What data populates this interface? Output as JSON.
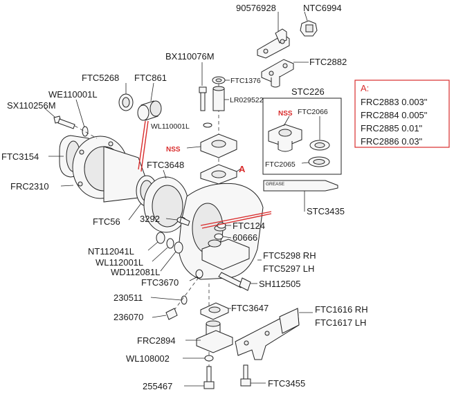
{
  "labels": {
    "p90576928": "90576928",
    "ntc6994": "NTC6994",
    "ftc2882": "FTC2882",
    "bx110076m": "BX110076M",
    "ftc1376": "FTC1376",
    "lr029522": "LR029522",
    "wl110001l_a": "WL110001L",
    "nss_main": "NSS",
    "a_marker": "A",
    "ftc5268": "FTC5268",
    "ftc861": "FTC861",
    "we110001l": "WE110001L",
    "sx110256m": "SX110256M",
    "ftc3154": "FTC3154",
    "frc2310": "FRC2310",
    "ftc3648": "FTC3648",
    "ftc56": "FTC56",
    "p3292": "3292",
    "ftc124": "FTC124",
    "p60666": "60666",
    "nt112041l": "NT112041L",
    "wl112001l": "WL112001L",
    "wd112081l": "WD112081L",
    "ftc5298": "FTC5298 RH",
    "ftc5297": "FTC5297 LH",
    "ftc3670": "FTC3670",
    "sh112505": "SH112505",
    "p230511": "230511",
    "p236070": "236070",
    "ftc3647": "FTC3647",
    "ftc1616": "FTC1616 RH",
    "ftc1617": "FTC1617 LH",
    "frc2894": "FRC2894",
    "wl108002": "WL108002",
    "p255467": "255467",
    "ftc3455": "FTC3455",
    "stc3435": "STC3435",
    "grease": "GREASE"
  },
  "inset": {
    "title": "STC226",
    "nss": "NSS",
    "ftc2066": "FTC2066",
    "ftc2065": "FTC2065"
  },
  "shim_box": {
    "title": "A:",
    "rows": [
      "FRC2883 0.003\"",
      "FRC2884 0.005\"",
      "FRC2885 0.01\"",
      "FRC2886 0.03\""
    ]
  },
  "colors": {
    "accent_red": "#d92b2b",
    "line": "#222222"
  }
}
